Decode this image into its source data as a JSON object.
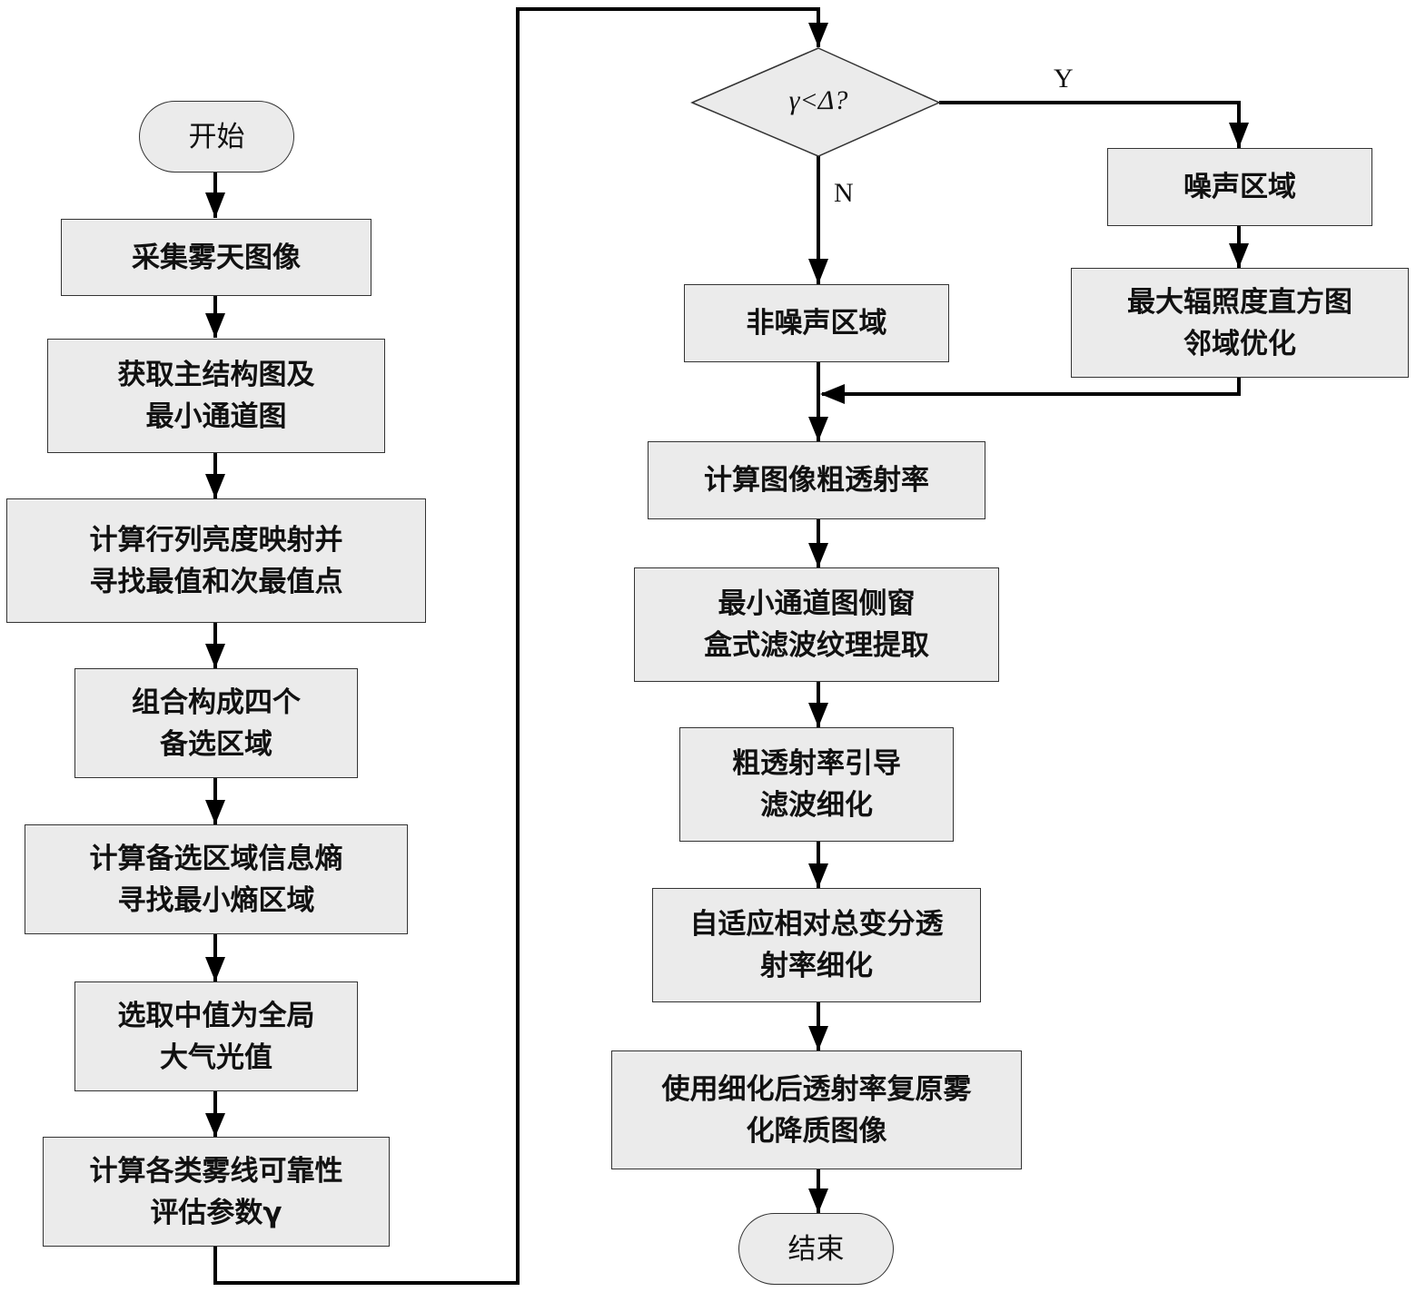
{
  "diagram": {
    "type": "flowchart",
    "nodes": {
      "start": "开始",
      "collect": "采集雾天图像",
      "structure": [
        "获取主结构图及",
        "最小通道图"
      ],
      "brightness": [
        "计算行列亮度映射并",
        "寻找最值和次最值点"
      ],
      "combine": [
        "组合构成四个",
        "备选区域"
      ],
      "entropy": [
        "计算备选区域信息熵",
        "寻找最小熵区域"
      ],
      "atmos": [
        "选取中值为全局",
        "大气光值"
      ],
      "reliability": [
        "计算各类雾线可靠性",
        "评估参数γ"
      ],
      "decision": "γ<Δ?",
      "noise": "噪声区域",
      "histogram": [
        "最大辐照度直方图",
        "邻域优化"
      ],
      "non_noise": "非噪声区域",
      "coarse": "计算图像粗透射率",
      "texture": [
        "最小通道图侧窗",
        "盒式滤波纹理提取"
      ],
      "guided": [
        "粗透射率引导",
        "滤波细化"
      ],
      "tv": [
        "自适应相对总变分透",
        "射率细化"
      ],
      "restore": [
        "使用细化后透射率复原雾",
        "化降质图像"
      ],
      "end": "结束"
    },
    "edge_labels": {
      "yes": "Y",
      "no": "N"
    }
  }
}
